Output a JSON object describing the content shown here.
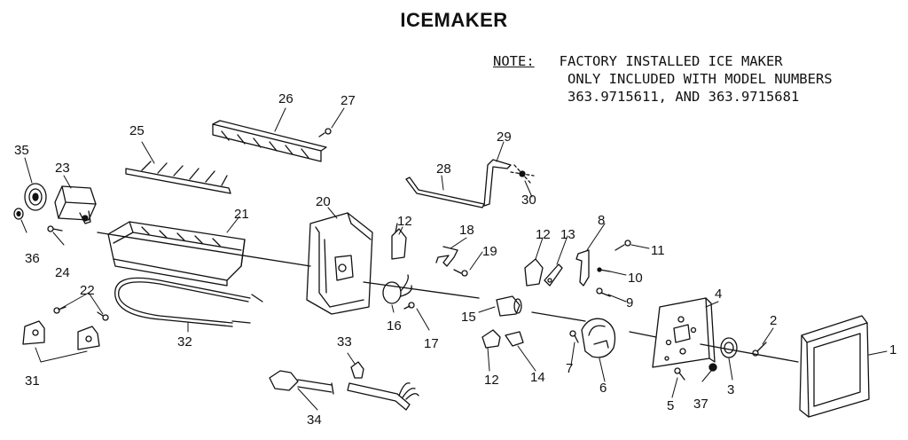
{
  "title": "ICEMAKER",
  "note": {
    "label": "NOTE:",
    "lines": [
      "FACTORY INSTALLED ICE MAKER",
      "ONLY INCLUDED WITH MODEL NUMBERS",
      "363.9715611, AND 363.9715681"
    ]
  },
  "callouts": [
    "1",
    "2",
    "3",
    "4",
    "5",
    "6",
    "7",
    "8",
    "9",
    "10",
    "11",
    "12",
    "12",
    "12",
    "13",
    "14",
    "15",
    "16",
    "17",
    "18",
    "19",
    "20",
    "21",
    "22",
    "23",
    "24",
    "25",
    "26",
    "27",
    "28",
    "29",
    "30",
    "31",
    "32",
    "33",
    "34",
    "35",
    "36",
    "37"
  ]
}
